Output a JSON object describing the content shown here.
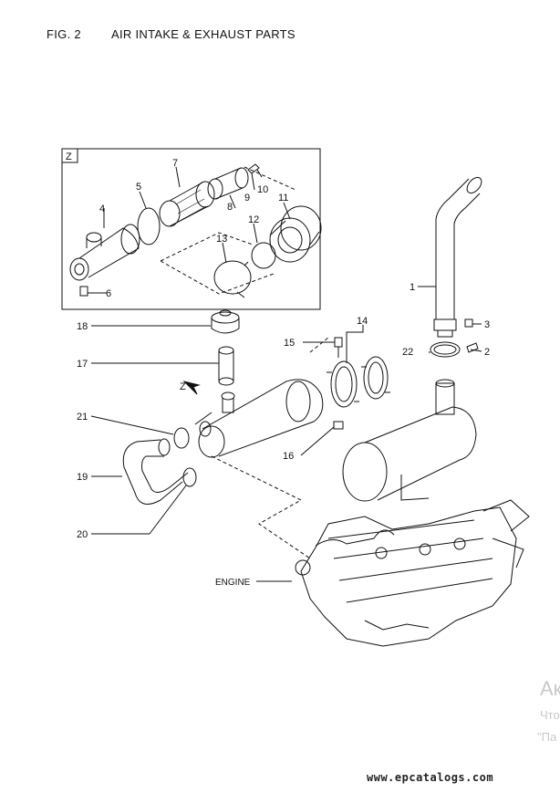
{
  "header": {
    "figure": "FIG. 2",
    "title": "AIR INTAKE & EXHAUST PARTS"
  },
  "detail_view": {
    "label": "Z"
  },
  "arrow_label": "Z",
  "engine_label": "ENGINE",
  "callouts": [
    "1",
    "2",
    "3",
    "4",
    "5",
    "6",
    "7",
    "8",
    "9",
    "10",
    "11",
    "12",
    "13",
    "14",
    "15",
    "16",
    "17",
    "18",
    "19",
    "20",
    "21",
    "22"
  ],
  "watermark": {
    "line1": "Ак",
    "line2": "Что",
    "line3": "\"Па"
  },
  "site_url": "www.epcatalogs.com"
}
